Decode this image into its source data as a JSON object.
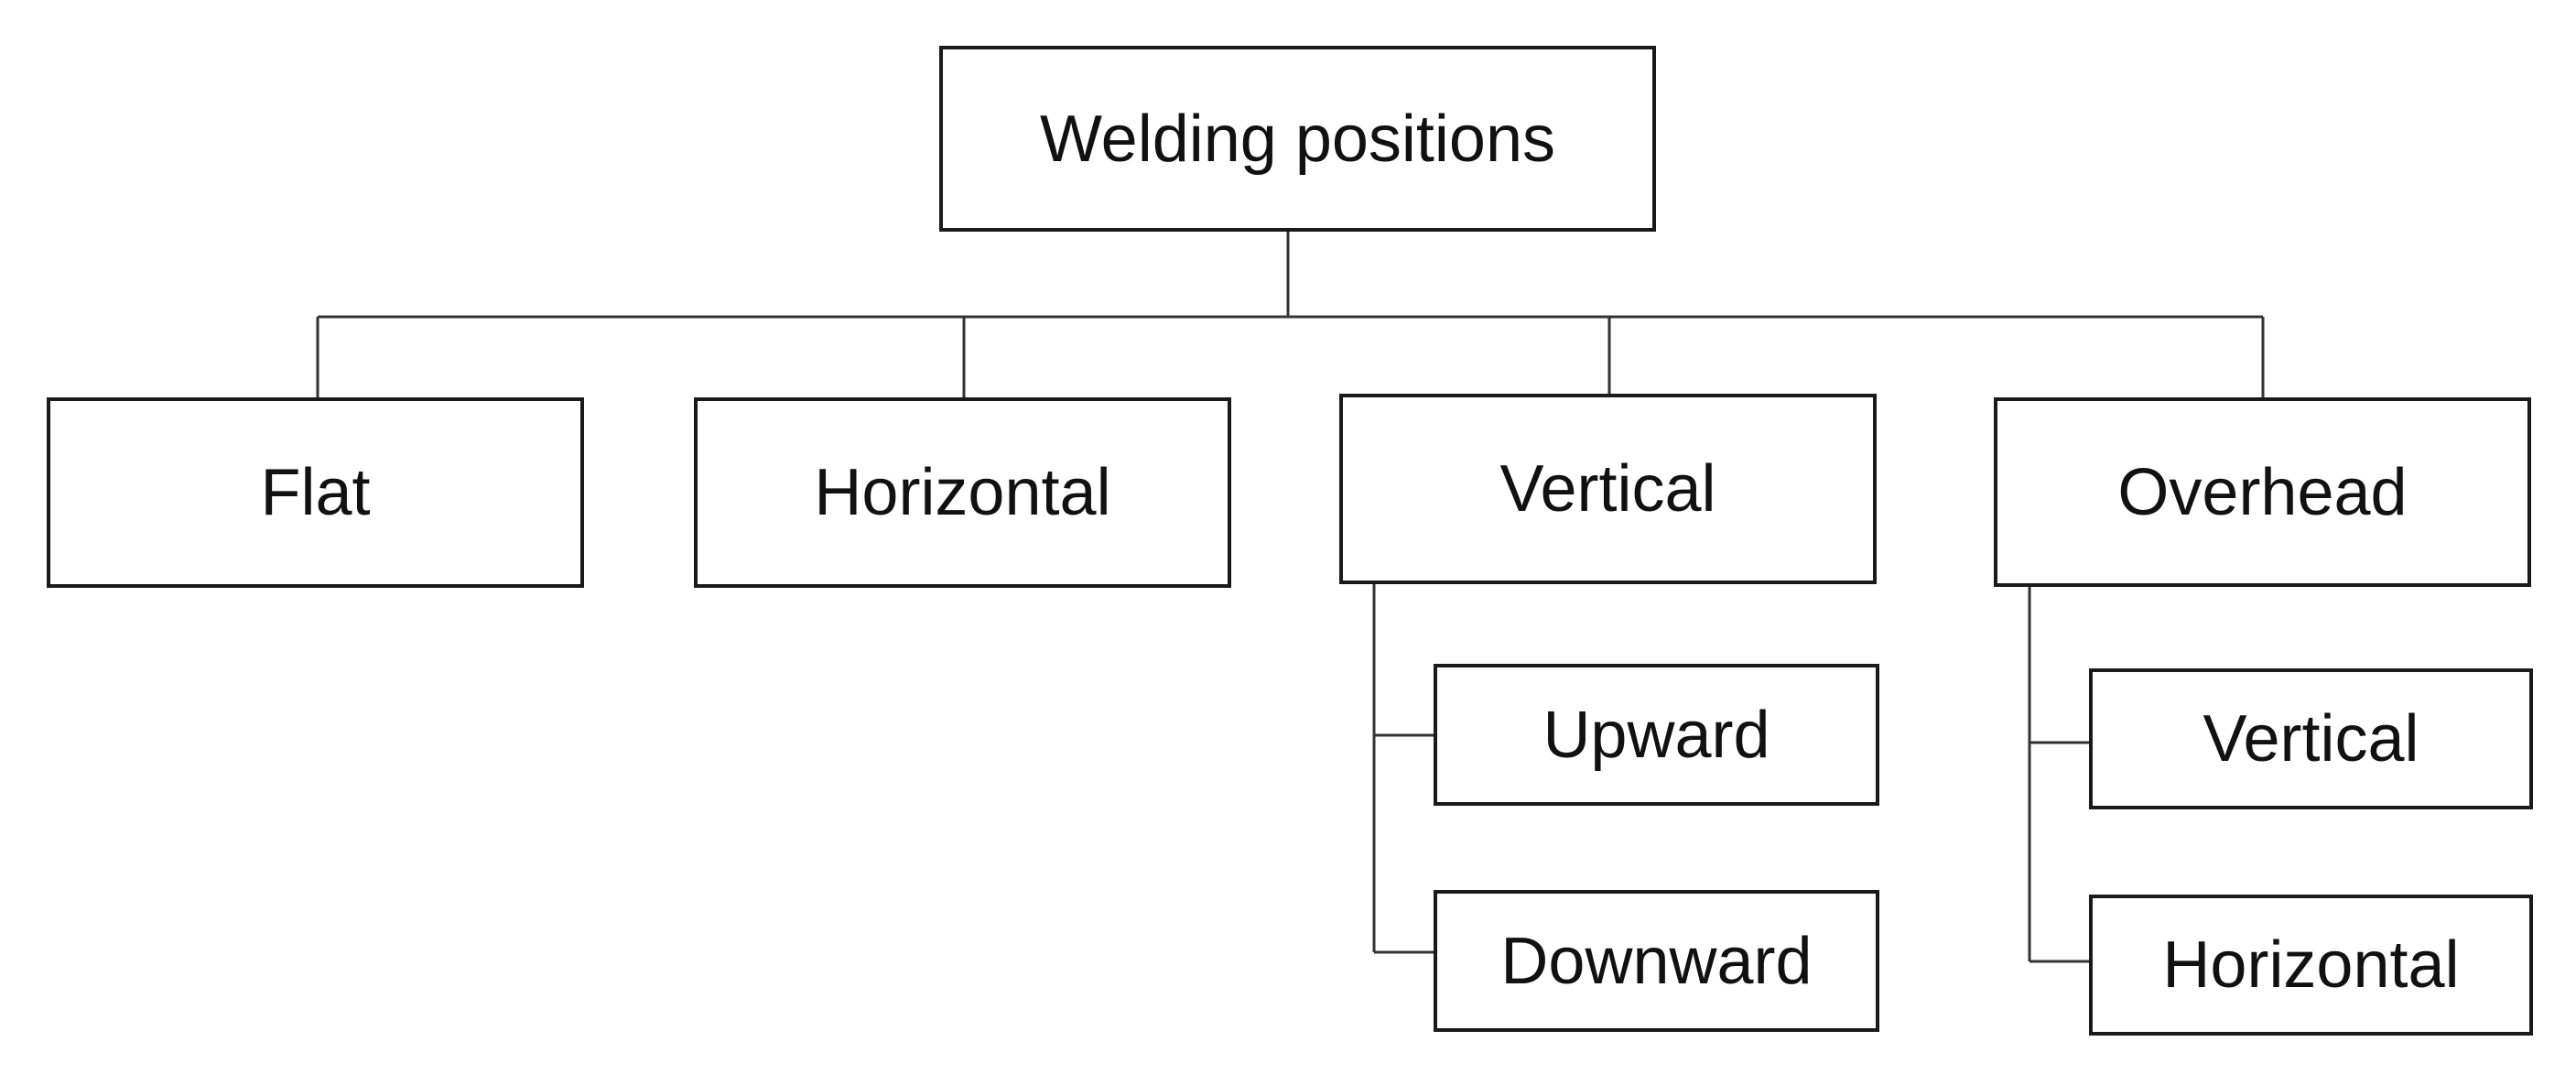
{
  "diagram": {
    "root": {
      "label": "Welding positions"
    },
    "positions": [
      {
        "label": "Flat"
      },
      {
        "label": "Horizontal"
      },
      {
        "label": "Vertical",
        "children": [
          {
            "label": "Upward"
          },
          {
            "label": "Downward"
          }
        ]
      },
      {
        "label": "Overhead",
        "children": [
          {
            "label": "Vertical"
          },
          {
            "label": "Horizontal"
          }
        ]
      }
    ]
  },
  "colors": {
    "border": "#1a1a1a",
    "line": "#333333",
    "text": "#111111",
    "background": "#ffffff"
  }
}
